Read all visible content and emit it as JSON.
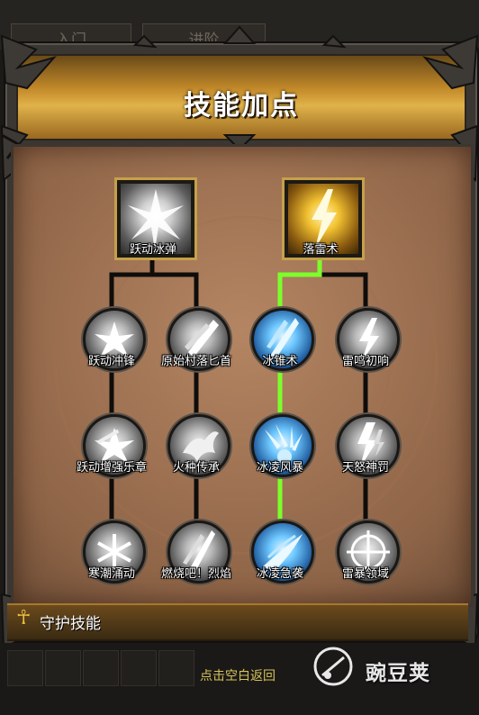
{
  "tabs": [
    "入门",
    "进阶"
  ],
  "header": {
    "title": "技能加点"
  },
  "top_skills": [
    {
      "label": "跃动冰弹",
      "style": "grey"
    },
    {
      "label": "落雷术",
      "style": "gold"
    }
  ],
  "skills": [
    {
      "label": "跃动冲锋",
      "style": "grey"
    },
    {
      "label": "原始村落匕首",
      "style": "grey"
    },
    {
      "label": "冰锥术",
      "style": "blue"
    },
    {
      "label": "雷鸣初响",
      "style": "grey"
    },
    {
      "label": "跃动增强乐章",
      "style": "grey"
    },
    {
      "label": "火种传承",
      "style": "grey"
    },
    {
      "label": "冰凌风暴",
      "style": "blue"
    },
    {
      "label": "天怒神罚",
      "style": "grey"
    },
    {
      "label": "寒潮涌动",
      "style": "grey"
    },
    {
      "label": "燃烧吧！烈焰",
      "style": "grey"
    },
    {
      "label": "冰凌急袭",
      "style": "blue"
    },
    {
      "label": "雷暴领域",
      "style": "grey"
    }
  ],
  "path_color": "#7cff2a",
  "guard_section": {
    "label": "守护技能"
  },
  "footer_hint": "点击空白返回",
  "watermark": "豌豆荚"
}
